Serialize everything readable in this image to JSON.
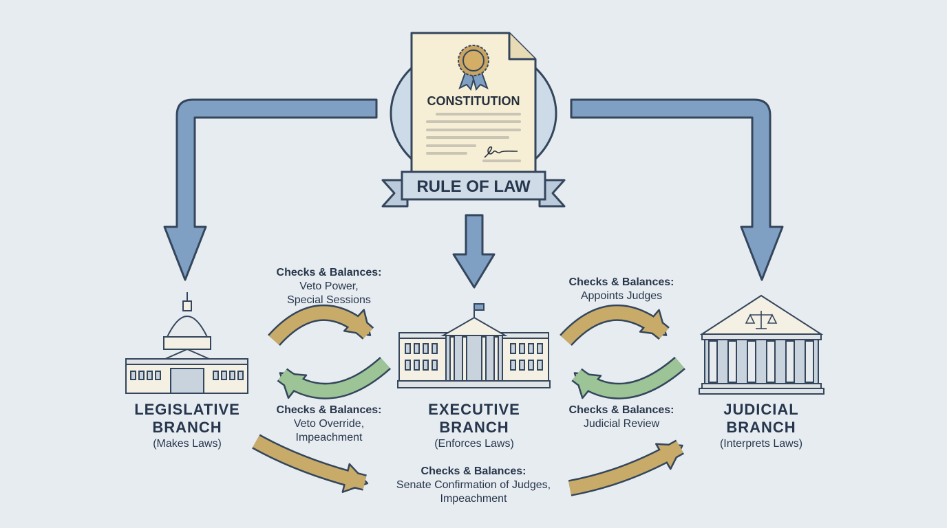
{
  "colors": {
    "background": "#e7ecf1",
    "blue_arrow": "#7f9fc3",
    "gold_arrow": "#c8ab68",
    "green_arrow": "#9cc496",
    "outline": "#34465c",
    "parchment": "#f6efd5"
  },
  "constitution": {
    "title": "CONSTITUTION",
    "banner": "RULE OF LAW",
    "icons": [
      "document-icon",
      "seal-ribbon-icon",
      "signature-icon"
    ]
  },
  "branches": [
    {
      "title_line1": "LEGISLATIVE",
      "title_line2": "BRANCH",
      "role": "(Makes Laws)",
      "icon": "capitol-building-icon"
    },
    {
      "title_line1": "EXECUTIVE",
      "title_line2": "BRANCH",
      "role": "(Enforces Laws)",
      "icon": "white-house-icon"
    },
    {
      "title_line1": "JUDICIAL",
      "title_line2": "BRANCH",
      "role": "(Interprets Laws)",
      "icon": "courthouse-scales-icon"
    }
  ],
  "checks": [
    {
      "heading": "Checks & Balances:",
      "line1": "Veto Power,",
      "line2": "Special Sessions"
    },
    {
      "heading": "Checks & Balances:",
      "line1": "Veto Override,",
      "line2": "Impeachment"
    },
    {
      "heading": "Checks & Balances:",
      "line1": "Appoints Judges"
    },
    {
      "heading": "Checks & Balances:",
      "line1": "Judicial Review"
    },
    {
      "heading": "Checks & Balances:",
      "line1": "Senate Confirmation of Judges,",
      "line2": "Impeachment"
    }
  ]
}
